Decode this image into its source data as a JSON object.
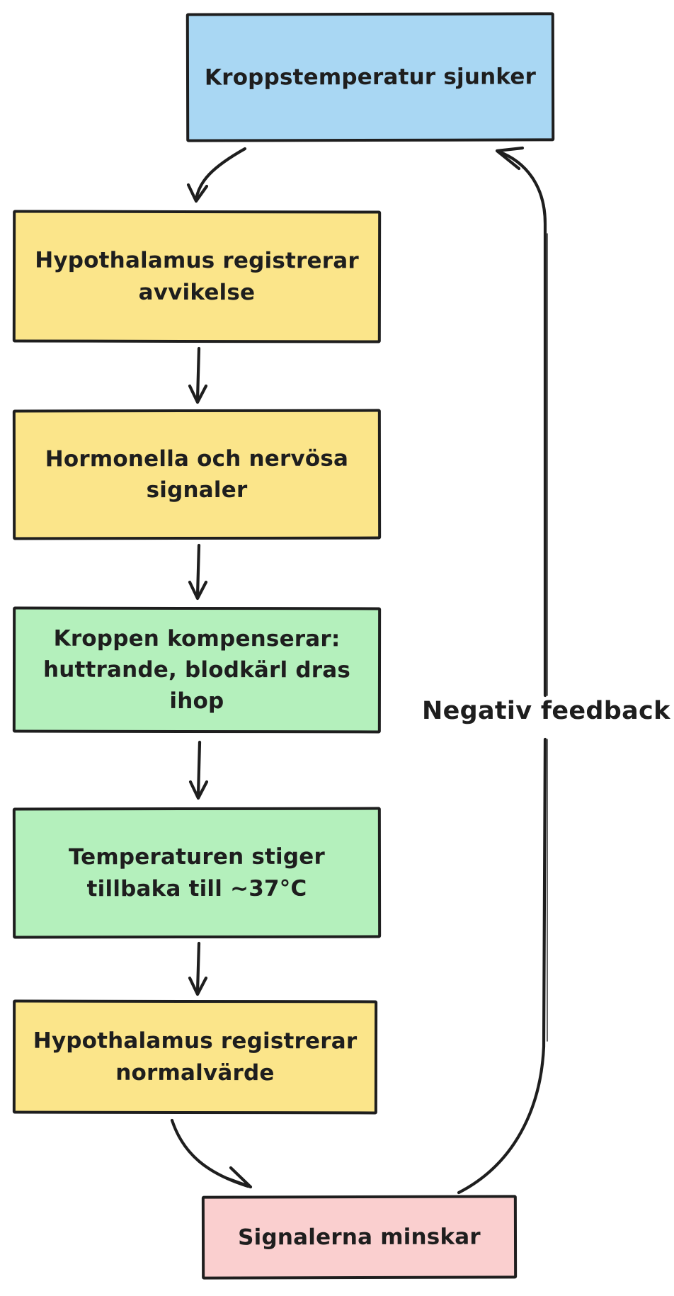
{
  "diagram": {
    "type": "flowchart",
    "language": "sv",
    "background": "#ffffff",
    "stroke_color": "#1e1e1e",
    "colors": {
      "blue": "#a9d7f3",
      "yellow": "#fbe58a",
      "green": "#b4f0bc",
      "pink": "#facfcf"
    },
    "nodes": [
      {
        "id": "temp-drop",
        "label": "Kroppstemperatur sjunker",
        "color_name": "blue",
        "fill": "#a9d7f3"
      },
      {
        "id": "hypo-avvikelse",
        "label": "Hypothalamus registrerar avvikelse",
        "color_name": "yellow",
        "fill": "#fbe58a"
      },
      {
        "id": "signals",
        "label": "Hormonella och nervösa signaler",
        "color_name": "yellow",
        "fill": "#fbe58a"
      },
      {
        "id": "kompenserar",
        "label": "Kroppen kompenserar: huttrande, blodkärl dras ihop",
        "color_name": "green",
        "fill": "#b4f0bc"
      },
      {
        "id": "temp-stiger",
        "label": "Temperaturen stiger tillbaka till ~37°C",
        "color_name": "green",
        "fill": "#b4f0bc"
      },
      {
        "id": "hypo-normal",
        "label": "Hypothalamus registrerar normalvärde",
        "color_name": "yellow",
        "fill": "#fbe58a"
      },
      {
        "id": "signals-minskar",
        "label": "Signalerna minskar",
        "color_name": "pink",
        "fill": "#facfcf"
      }
    ],
    "edges": [
      {
        "from": "temp-drop",
        "to": "hypo-avvikelse",
        "label": ""
      },
      {
        "from": "hypo-avvikelse",
        "to": "signals",
        "label": ""
      },
      {
        "from": "signals",
        "to": "kompenserar",
        "label": ""
      },
      {
        "from": "kompenserar",
        "to": "temp-stiger",
        "label": ""
      },
      {
        "from": "temp-stiger",
        "to": "hypo-normal",
        "label": ""
      },
      {
        "from": "hypo-normal",
        "to": "signals-minskar",
        "label": ""
      },
      {
        "from": "signals-minskar",
        "to": "temp-drop",
        "label": "Negativ feedback"
      }
    ],
    "feedback": {
      "label": "Negativ feedback"
    }
  }
}
